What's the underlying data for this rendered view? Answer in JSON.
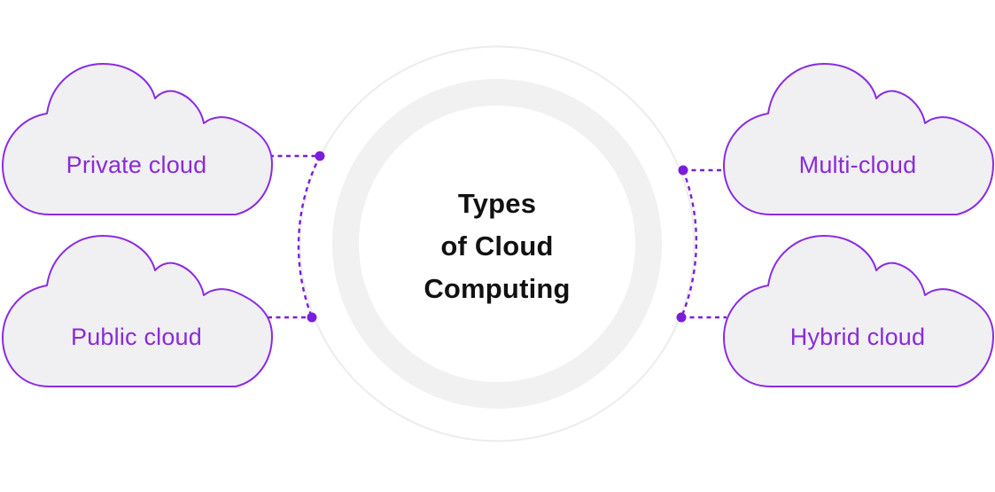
{
  "title": {
    "line1": "Types",
    "line2": "of Cloud",
    "line3": "Computing"
  },
  "clouds": {
    "private": {
      "label": "Private cloud"
    },
    "public": {
      "label": "Public cloud"
    },
    "multi": {
      "label": "Multi-cloud"
    },
    "hybrid": {
      "label": "Hybrid cloud"
    }
  },
  "colors": {
    "background": "#ffffff",
    "cloud_fill": "#f0eff2",
    "cloud_outline": "#8a2be2",
    "label_text": "#8a2bd8",
    "connector": "#7a1edb",
    "ring": "#f1f1f2",
    "outer_circle": "#ececec",
    "title_text": "#111111"
  }
}
